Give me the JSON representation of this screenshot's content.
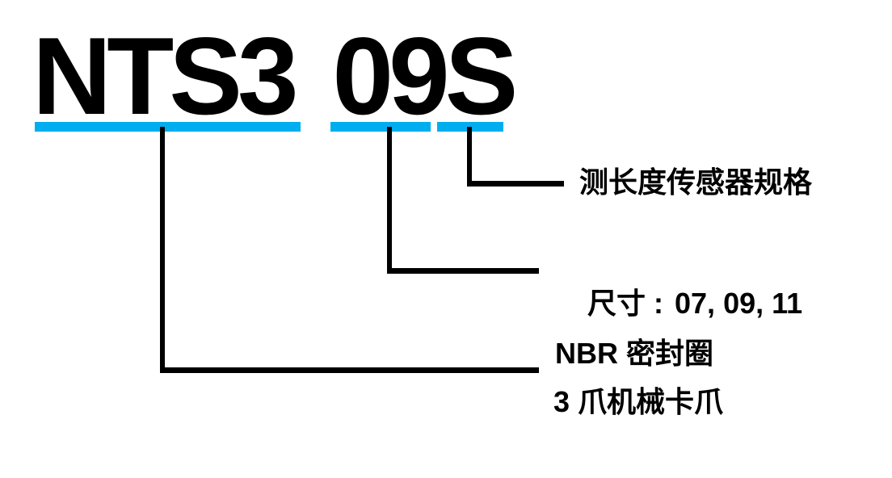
{
  "title": {
    "text": "NTS3 09S"
  },
  "colors": {
    "underline": "#00AEEF",
    "connector_line": "#000000",
    "text": "#000000",
    "background": "#FFFFFF"
  },
  "annotations": {
    "sensor_spec": {
      "applies_to": "S",
      "label": "测长度传感器规格"
    },
    "size": {
      "applies_to": "09",
      "label": "尺寸 :",
      "values": "07, 09, 11"
    },
    "seal": {
      "applies_to": "NTS3",
      "label": "NBR 密封圈"
    },
    "claw": {
      "applies_to": "NTS3",
      "label": "3 爪机械卡爪"
    }
  }
}
